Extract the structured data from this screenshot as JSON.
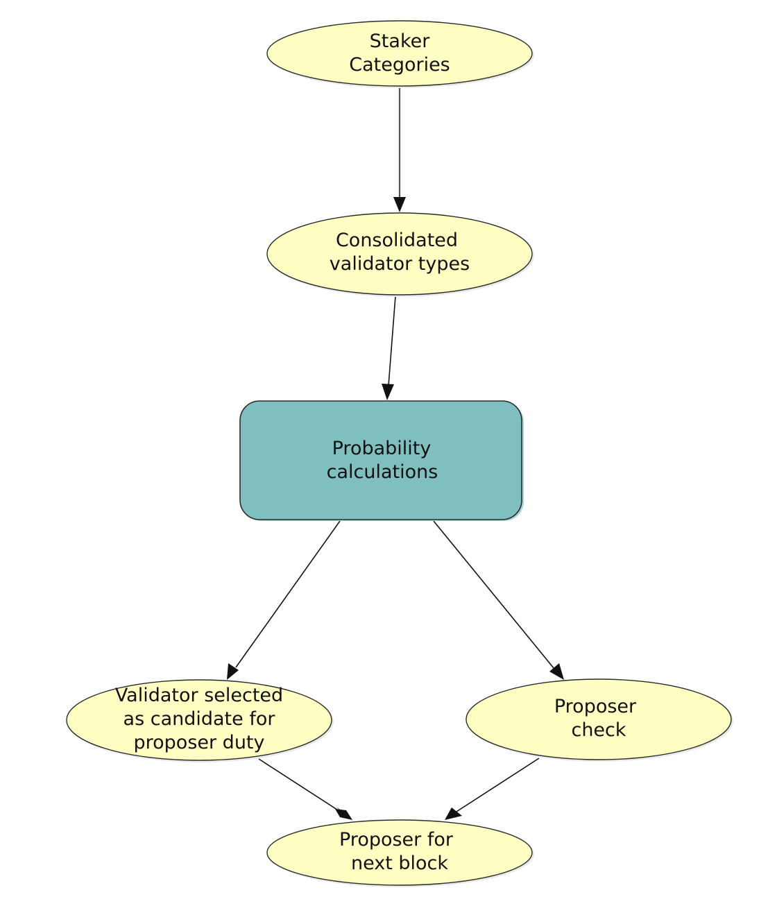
{
  "nodes": {
    "staker_categories": [
      "Staker",
      "Categories"
    ],
    "consolidated_validator_types": [
      "Consolidated",
      "validator types"
    ],
    "probability_calculations": [
      "Probability",
      "calculations"
    ],
    "validator_selected": [
      "Validator selected",
      "as candidate for",
      "proposer duty"
    ],
    "proposer_check": [
      "Proposer",
      "check"
    ],
    "proposer_next_block": [
      "Proposer for",
      "next block"
    ]
  },
  "colors": {
    "ellipse_fill": "#ffffc4",
    "box_fill": "#80bfc0",
    "stroke": "#111111"
  }
}
